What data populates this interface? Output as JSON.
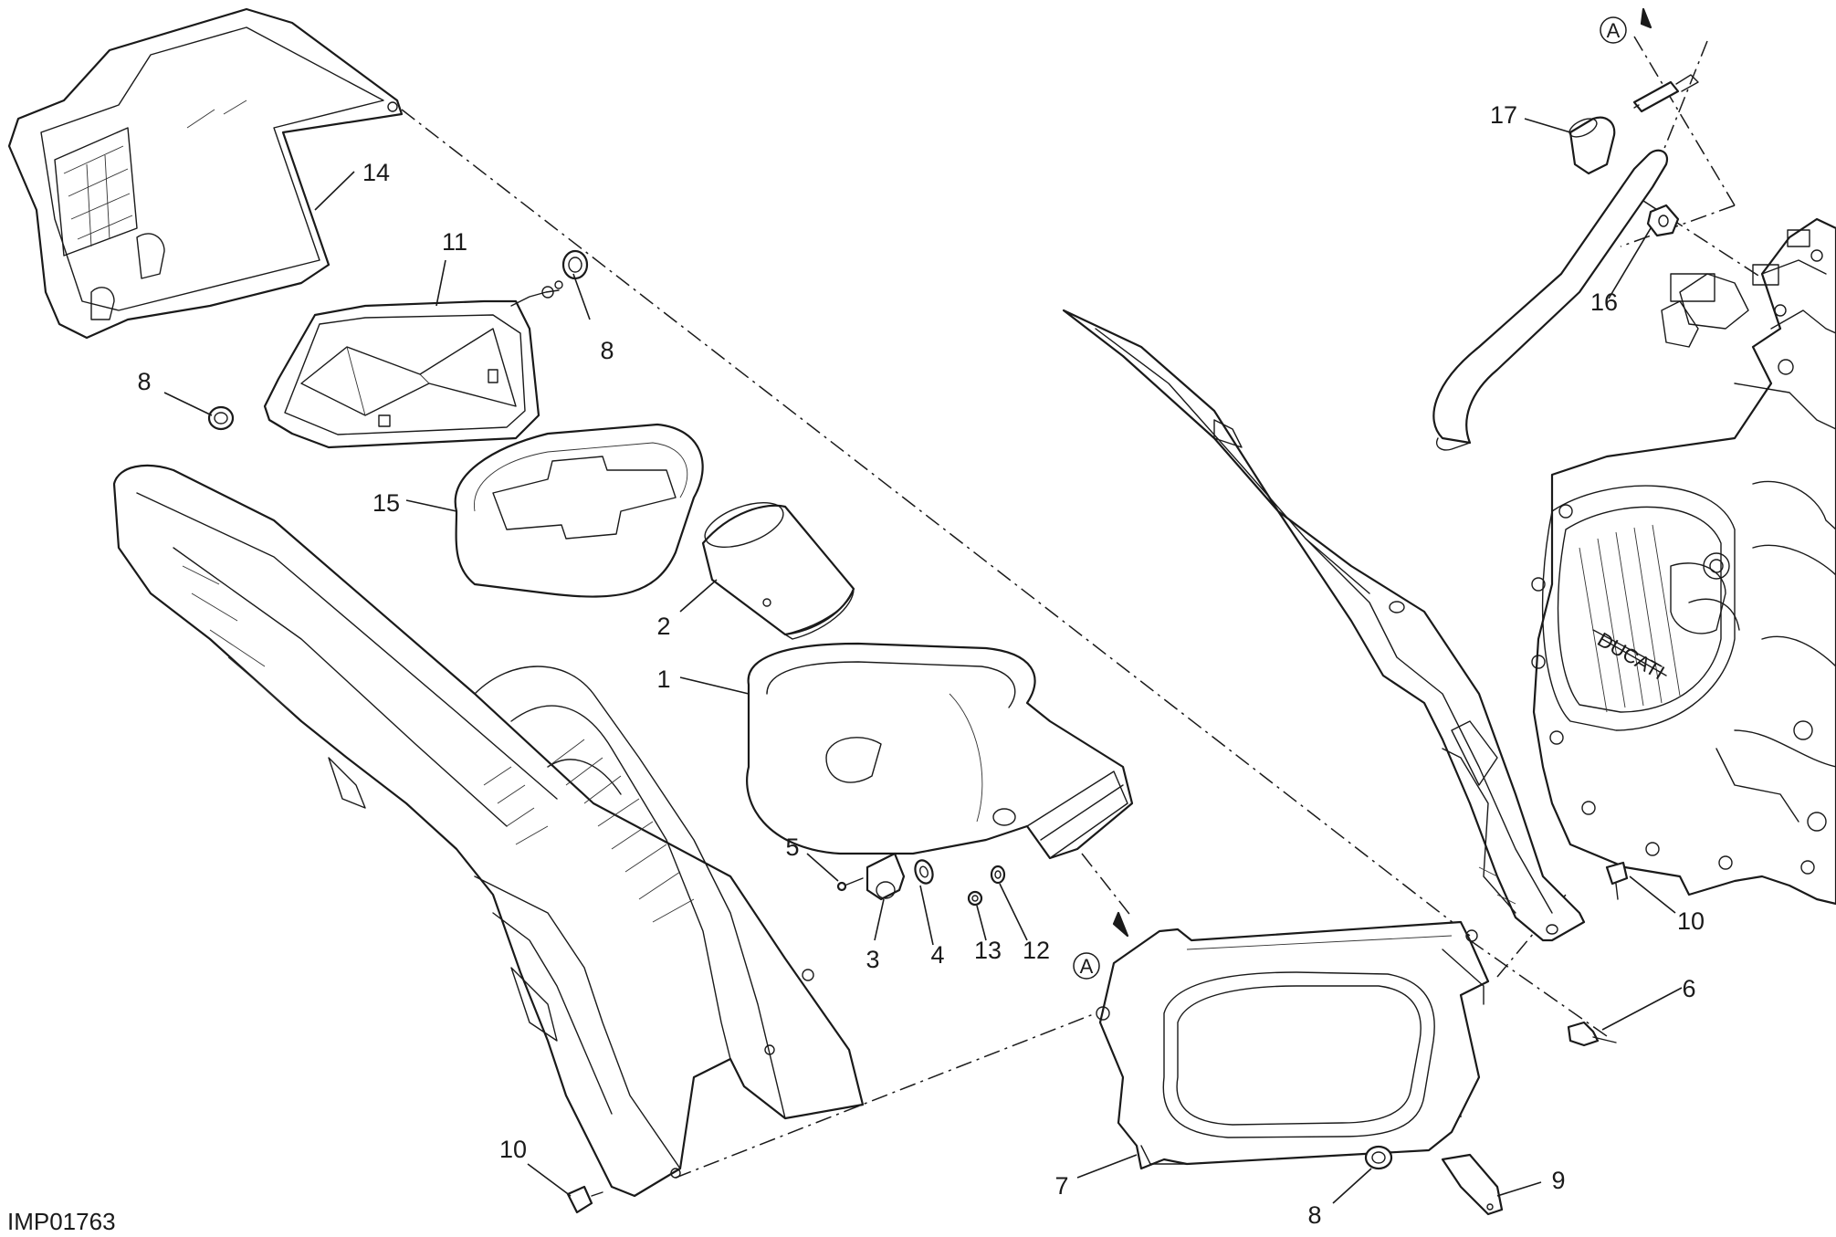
{
  "drawing_code": "IMP01763",
  "ref_marker": "A",
  "callouts": [
    "1",
    "2",
    "3",
    "4",
    "5",
    "6",
    "7",
    "8",
    "9",
    "10",
    "11",
    "12",
    "13",
    "14",
    "15",
    "16",
    "17"
  ],
  "colors": {
    "line": "#1a1a1a",
    "background": "#ffffff"
  }
}
